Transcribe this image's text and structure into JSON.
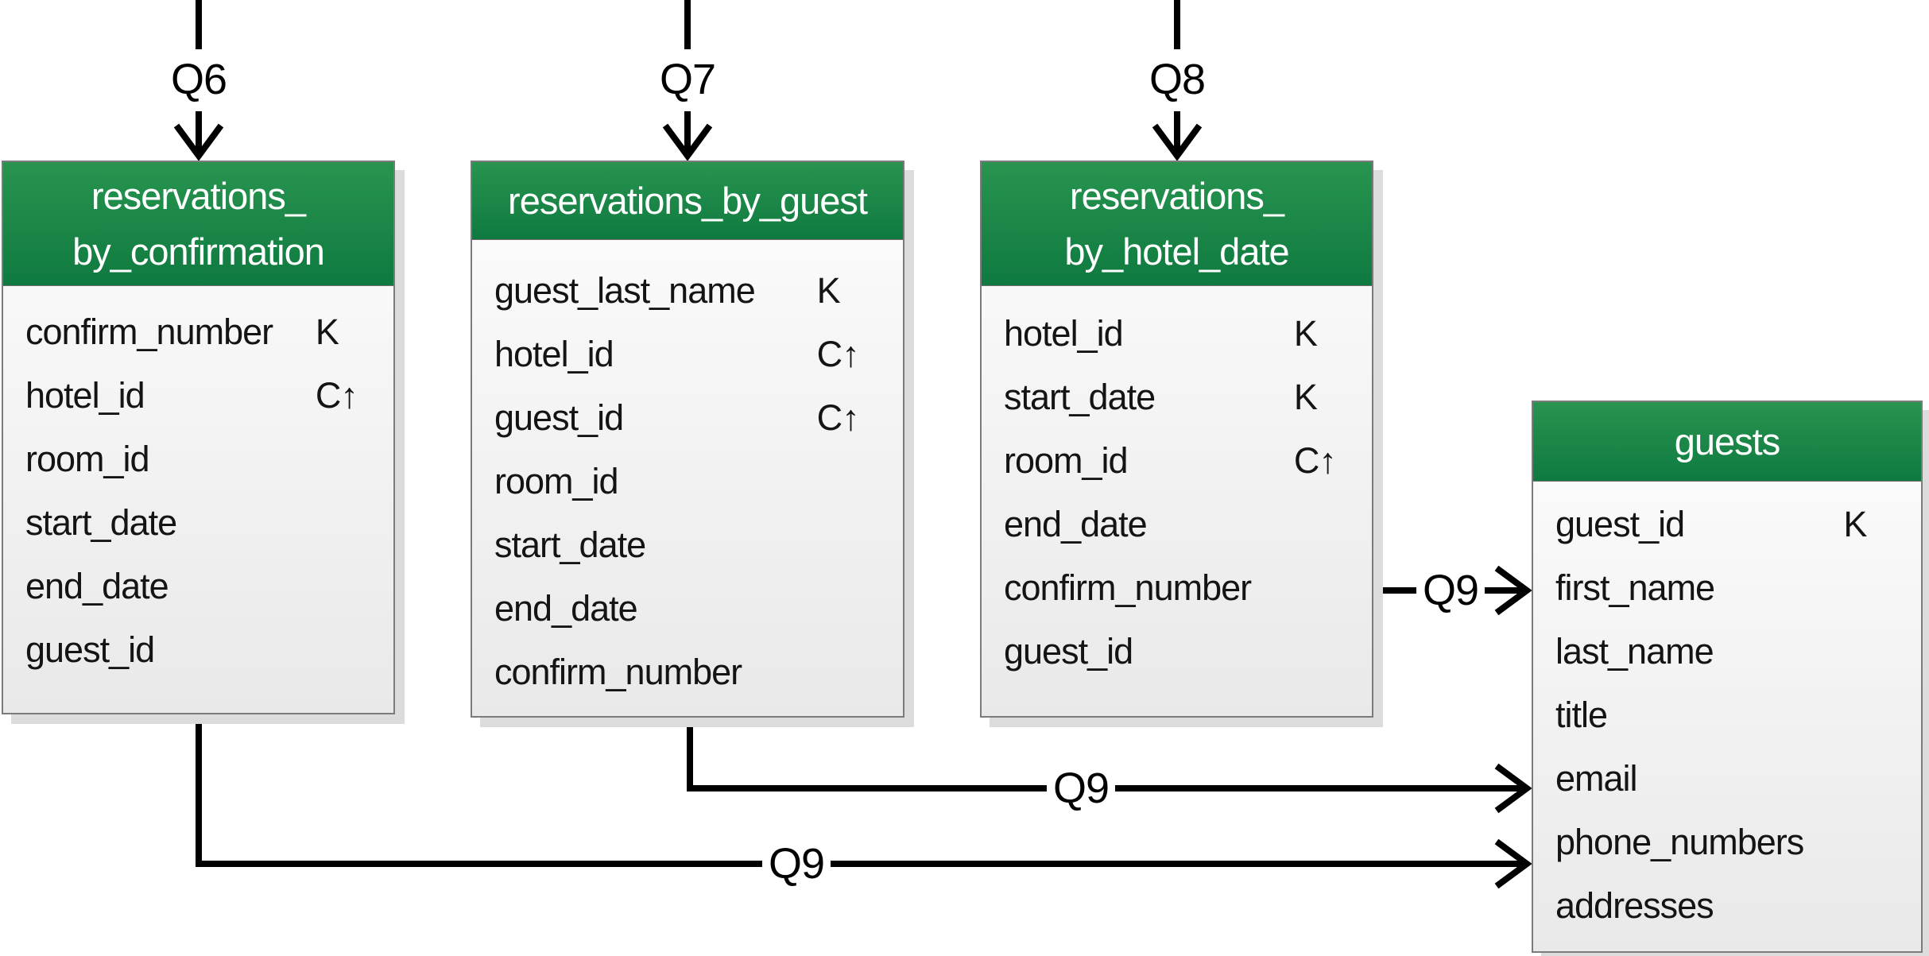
{
  "colors": {
    "header_green_top": "#28944f",
    "header_green_bottom": "#0f7a40",
    "header_text": "#ffffff",
    "body_bg_top": "#fdfdfd",
    "body_bg_bottom": "#e9e9e9",
    "table_border": "#7b7b7b",
    "table_shadow": "#dcdcdc",
    "connector_line": "#000000",
    "row_text": "#141414"
  },
  "query_labels": {
    "q6": "Q6",
    "q7": "Q7",
    "q8": "Q8",
    "q9_from_hotel_date": "Q9",
    "q9_from_guest": "Q9",
    "q9_from_confirmation": "Q9"
  },
  "tables": [
    {
      "name": "reservations_by_confirmation",
      "title_line1": "reservations_",
      "title_line2": "by_confirmation",
      "rows": [
        {
          "name": "confirm_number",
          "key": "K"
        },
        {
          "name": "hotel_id",
          "key": "C↑"
        },
        {
          "name": "room_id",
          "key": ""
        },
        {
          "name": "start_date",
          "key": ""
        },
        {
          "name": "end_date",
          "key": ""
        },
        {
          "name": "guest_id",
          "key": ""
        }
      ]
    },
    {
      "name": "reservations_by_guest",
      "title_line1": "reservations_by_guest",
      "title_line2": "",
      "rows": [
        {
          "name": "guest_last_name",
          "key": "K"
        },
        {
          "name": "hotel_id",
          "key": "C↑"
        },
        {
          "name": "guest_id",
          "key": "C↑"
        },
        {
          "name": "room_id",
          "key": ""
        },
        {
          "name": "start_date",
          "key": ""
        },
        {
          "name": "end_date",
          "key": ""
        },
        {
          "name": "confirm_number",
          "key": ""
        }
      ]
    },
    {
      "name": "reservations_by_hotel_date",
      "title_line1": "reservations_",
      "title_line2": "by_hotel_date",
      "rows": [
        {
          "name": "hotel_id",
          "key": "K"
        },
        {
          "name": "start_date",
          "key": "K"
        },
        {
          "name": "room_id",
          "key": "C↑"
        },
        {
          "name": "end_date",
          "key": ""
        },
        {
          "name": "confirm_number",
          "key": ""
        },
        {
          "name": "guest_id",
          "key": ""
        }
      ]
    },
    {
      "name": "guests",
      "title_line1": "guests",
      "title_line2": "",
      "rows": [
        {
          "name": "guest_id",
          "key": "K"
        },
        {
          "name": "first_name",
          "key": ""
        },
        {
          "name": "last_name",
          "key": ""
        },
        {
          "name": "title",
          "key": ""
        },
        {
          "name": "email",
          "key": ""
        },
        {
          "name": "phone_numbers",
          "key": ""
        },
        {
          "name": "addresses",
          "key": ""
        }
      ]
    }
  ]
}
